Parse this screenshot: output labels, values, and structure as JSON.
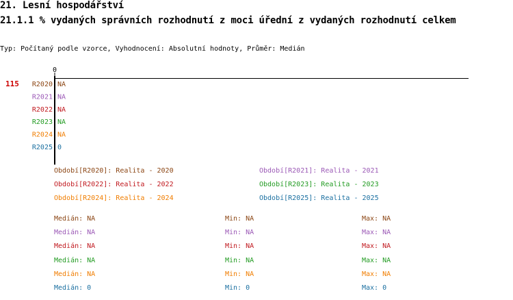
{
  "headings": {
    "section": "21. Lesní hospodářství",
    "indicator": "21.1.1 % vydaných správních rozhodnutí z moci úřední z vydaných rozhodnutí celkem"
  },
  "type_line": "Typ: Počítaný podle vzorce, Vyhodnocení: Absolutní hodnoty, Průměr: Medián",
  "colors": {
    "R2020": "#8b4513",
    "R2021": "#9b59b6",
    "R2022": "#c0181e",
    "R2023": "#229b22",
    "R2024": "#f07d00",
    "R2025": "#1a6fa0",
    "id_label": "#cc0000"
  },
  "chart_data": {
    "type": "bar",
    "orientation": "horizontal",
    "row_id": "115",
    "x_ticks": [
      "0"
    ],
    "categories": [
      "R2020",
      "R2021",
      "R2022",
      "R2023",
      "R2024",
      "R2025"
    ],
    "value_labels": [
      "NA",
      "NA",
      "NA",
      "NA",
      "NA",
      "0"
    ],
    "values": [
      null,
      null,
      null,
      null,
      null,
      0
    ]
  },
  "legend": [
    {
      "key": "R2020",
      "label": "Období[R2020]: Realita - 2020"
    },
    {
      "key": "R2021",
      "label": "Období[R2021]: Realita - 2021"
    },
    {
      "key": "R2022",
      "label": "Období[R2022]: Realita - 2022"
    },
    {
      "key": "R2023",
      "label": "Období[R2023]: Realita - 2023"
    },
    {
      "key": "R2024",
      "label": "Období[R2024]: Realita - 2024"
    },
    {
      "key": "R2025",
      "label": "Období[R2025]: Realita - 2025"
    }
  ],
  "stats": [
    {
      "key": "R2020",
      "median": "Medián: NA",
      "min": "Min: NA",
      "max": "Max: NA"
    },
    {
      "key": "R2021",
      "median": "Medián: NA",
      "min": "Min: NA",
      "max": "Max: NA"
    },
    {
      "key": "R2022",
      "median": "Medián: NA",
      "min": "Min: NA",
      "max": "Max: NA"
    },
    {
      "key": "R2023",
      "median": "Medián: NA",
      "min": "Min: NA",
      "max": "Max: NA"
    },
    {
      "key": "R2024",
      "median": "Medián: NA",
      "min": "Min: NA",
      "max": "Max: NA"
    },
    {
      "key": "R2025",
      "median": "Medián: 0",
      "min": "Min: 0",
      "max": "Max: 0"
    }
  ]
}
